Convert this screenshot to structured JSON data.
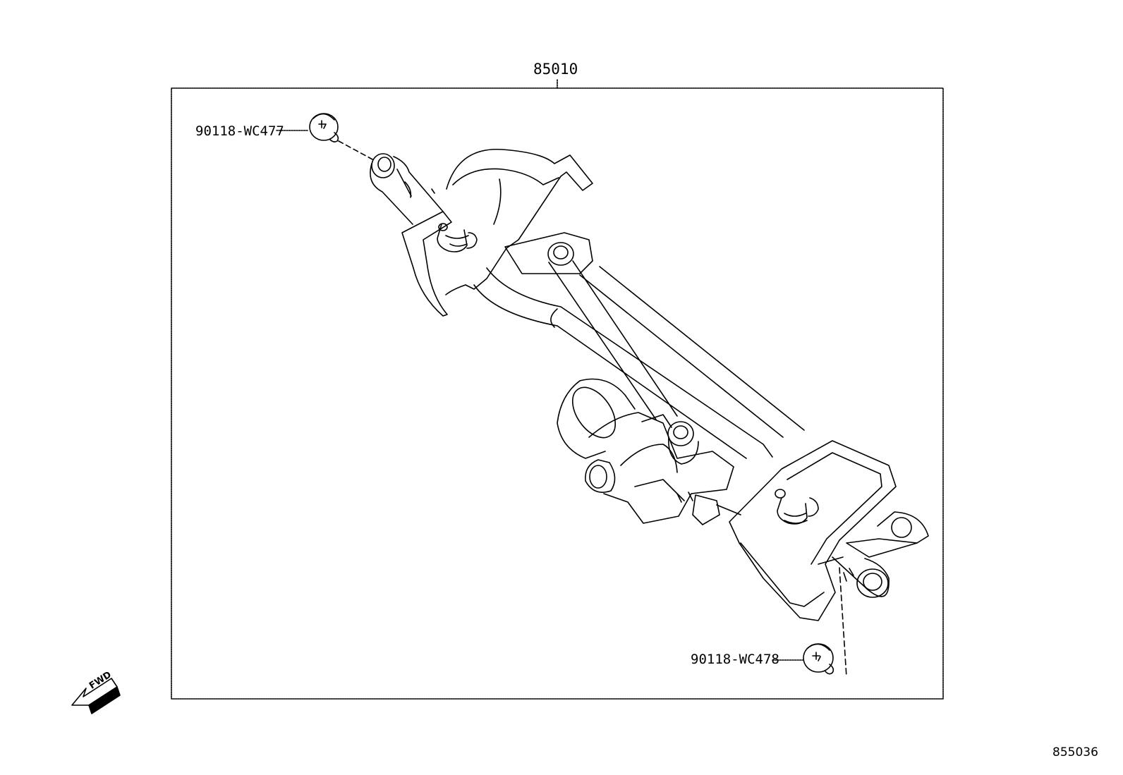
{
  "assembly_number": "85010",
  "parts": [
    {
      "number": "90118-WC477"
    },
    {
      "number": "90118-WC478"
    }
  ],
  "fwd_label": "FWD",
  "illustration_code": "855036",
  "icons": [
    "fwd-arrow-icon"
  ]
}
